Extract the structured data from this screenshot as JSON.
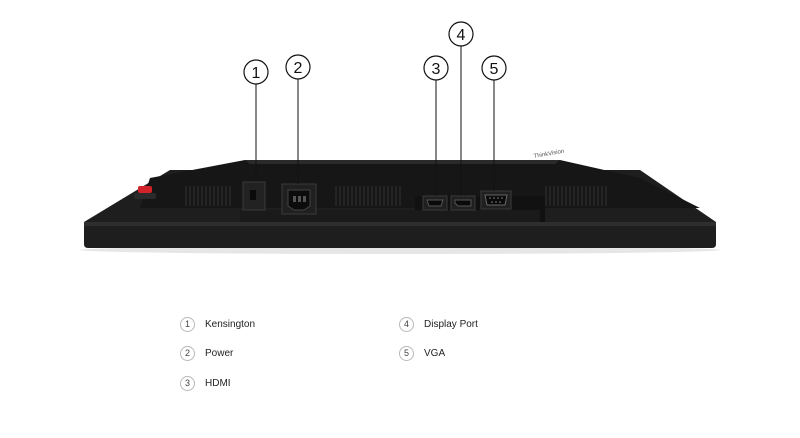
{
  "callouts": [
    {
      "number": "1",
      "label": "Kensington"
    },
    {
      "number": "2",
      "label": "Power"
    },
    {
      "number": "3",
      "label": "HDMI"
    },
    {
      "number": "4",
      "label": "Display Port"
    },
    {
      "number": "5",
      "label": "VGA"
    }
  ],
  "brand_mark": "ThinkVision",
  "colors": {
    "monitor_body": "#1c1c1c",
    "monitor_edge": "#2b2b2b",
    "accent_red": "#d2222a",
    "callout_stroke": "#111111"
  },
  "icons": [
    "kensington-lock-icon",
    "power-socket-icon",
    "hdmi-port-icon",
    "displayport-port-icon",
    "vga-port-icon"
  ]
}
